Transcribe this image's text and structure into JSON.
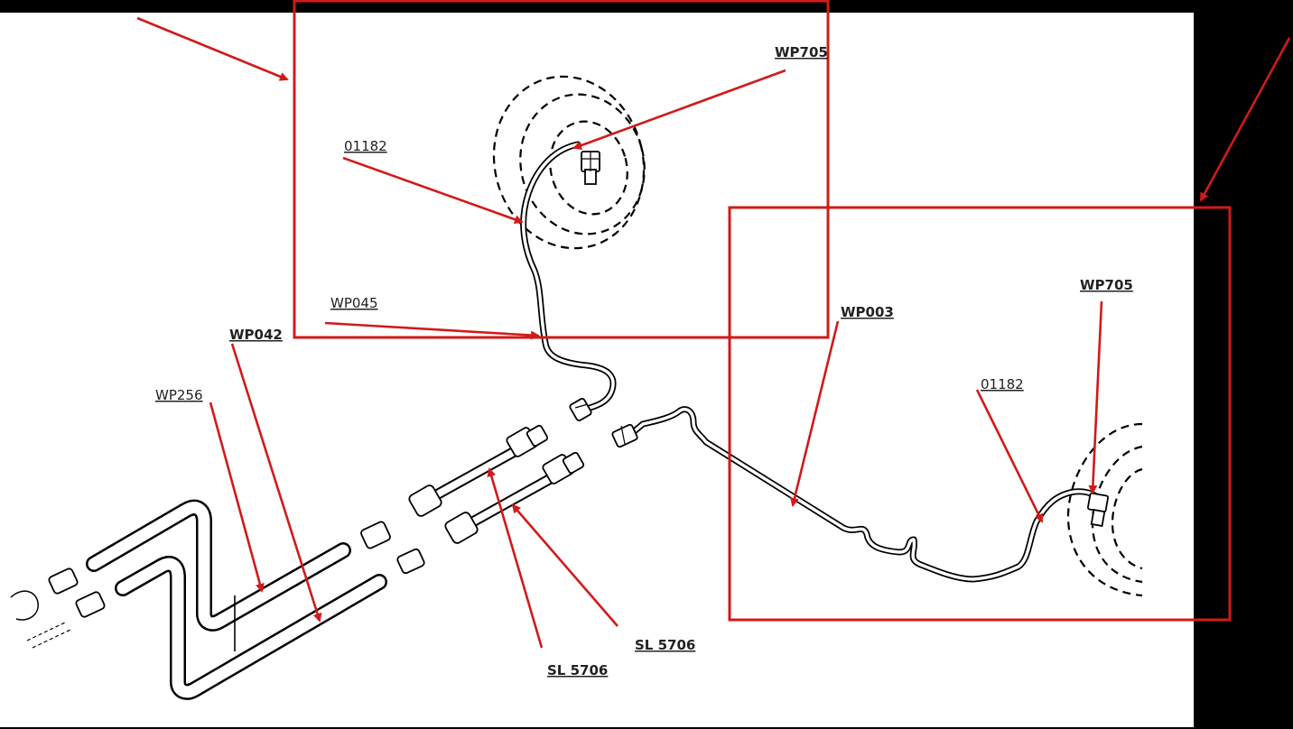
{
  "callouts": {
    "wp705_top": "WP705",
    "p01182_top": "01182",
    "wp045": "WP045",
    "wp042": "WP042",
    "wp256": "WP256",
    "wp003": "WP003",
    "wp705_right": "WP705",
    "p01182_right": "01182",
    "sl5706_a": "SL 5706",
    "sl5706_b": "SL 5706"
  },
  "colors": {
    "highlight": "#d11a1a",
    "line_art": "#000000",
    "background": "#ffffff",
    "frame": "#000000"
  }
}
